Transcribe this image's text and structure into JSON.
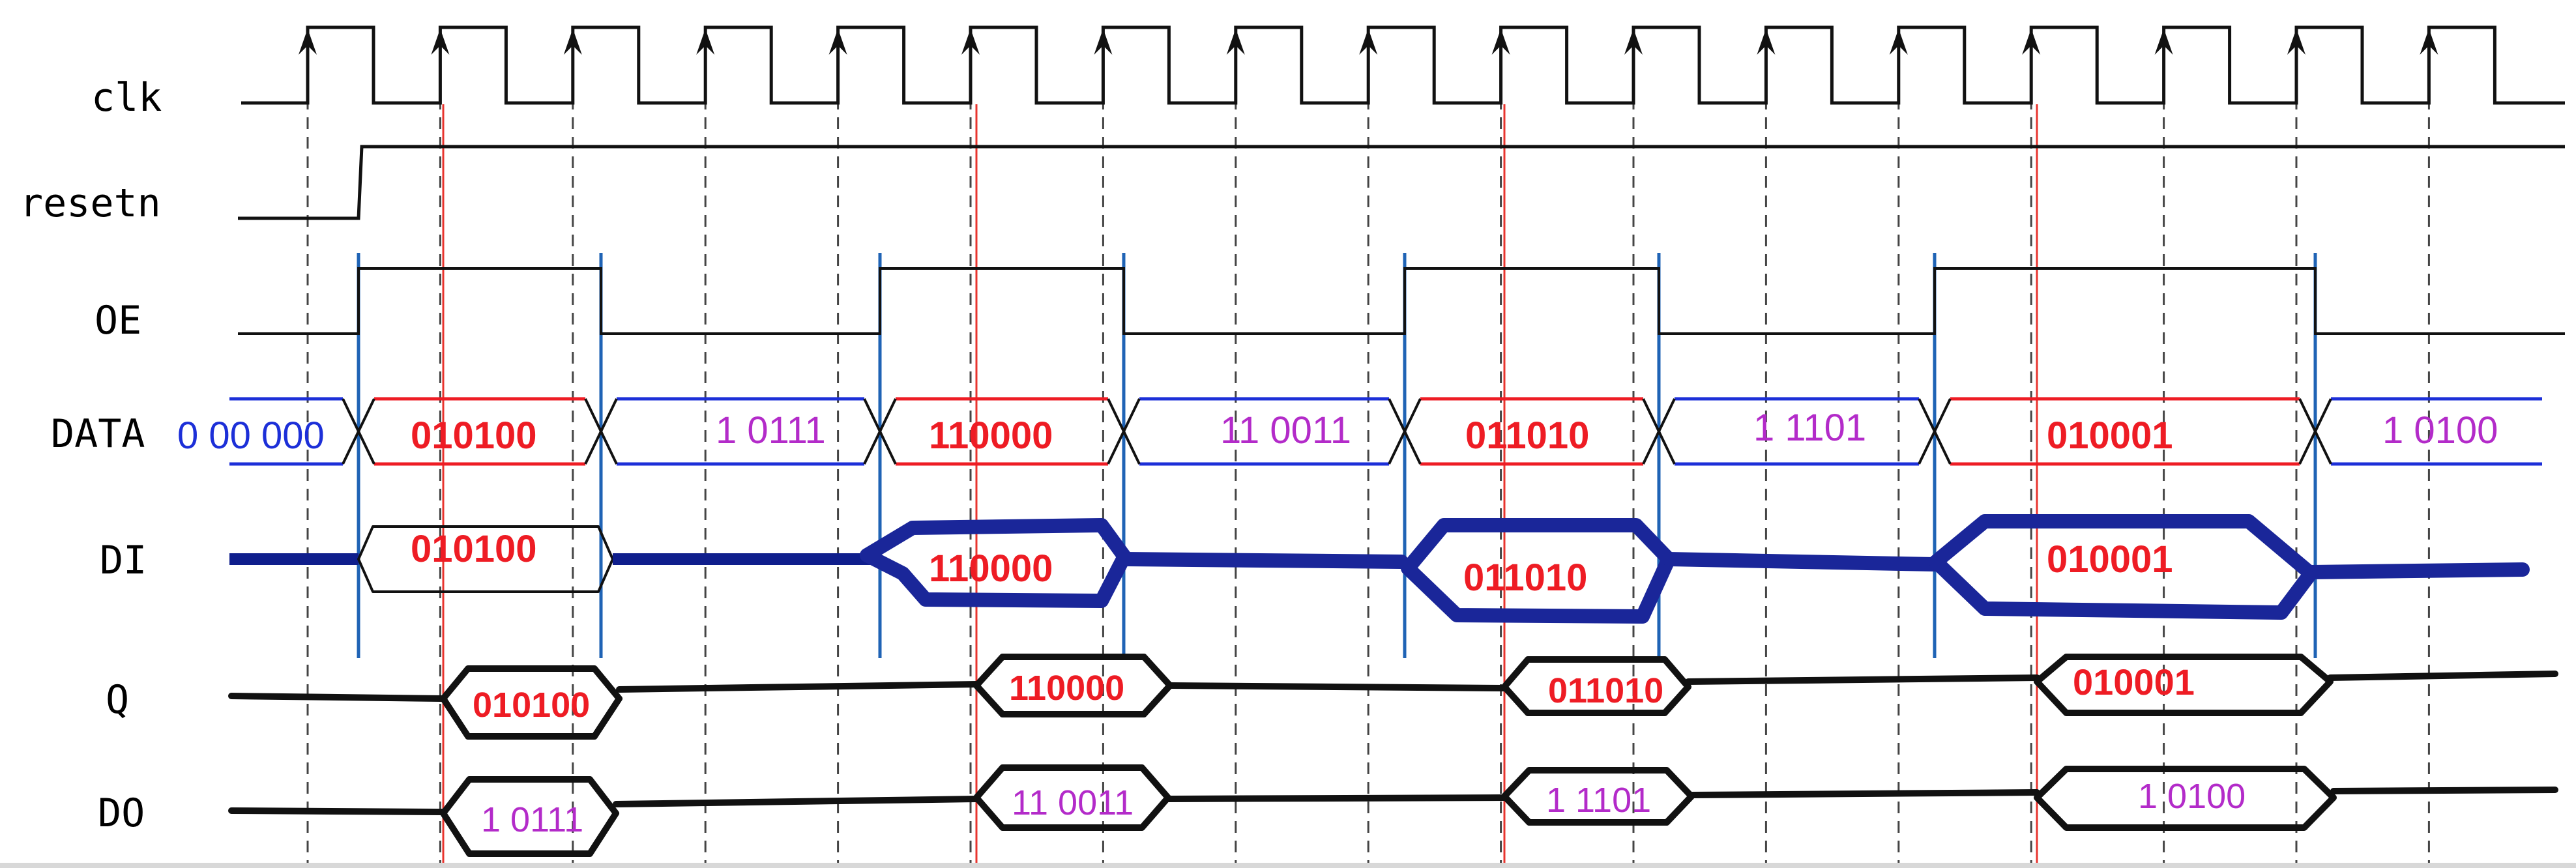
{
  "signals": {
    "clk": "clk",
    "resetn": "resetn",
    "oe": "OE",
    "data": "DATA",
    "di": "DI",
    "q": "Q",
    "do": "DO"
  },
  "data_bus": {
    "initial": "0 00 000",
    "segments": [
      "010100",
      "1 0111",
      "110000",
      "11 0011",
      "011010",
      "1 1101",
      "010001",
      "1 0100"
    ]
  },
  "di_bus": {
    "segments": [
      "010100",
      "110000",
      "011010",
      "010001"
    ]
  },
  "q_bus": {
    "segments": [
      "010100",
      "110000",
      "011010",
      "010001"
    ]
  },
  "do_bus": {
    "segments": [
      "1 0111",
      "11 0011",
      "1 1101",
      "1 0100"
    ]
  },
  "colors": {
    "black": "#111111",
    "red": "#ee1c24",
    "blue": "#1c2fd8",
    "purple": "#b32bc9",
    "navy": "#0f1e8c",
    "marker_blue": "#1a2699",
    "divider_blue": "#1f63b5",
    "red_line": "#e8342e",
    "grid": "#444444"
  },
  "icons": [
    "rising-edge-arrow-icon"
  ]
}
